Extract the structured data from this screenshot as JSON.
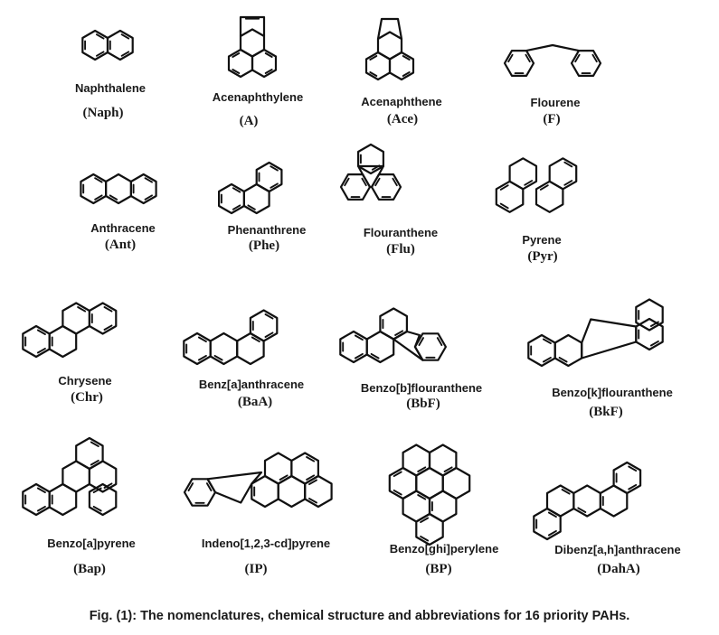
{
  "figure": {
    "caption": "Fig. (1): The nomenclatures, chemical structure and abbreviations for 16 priority PAHs."
  },
  "compounds": [
    {
      "key": "naph",
      "name": "Naphthalene",
      "abbr": "(Naph)",
      "structure-icon": "naphthalene-structure-icon"
    },
    {
      "key": "acy",
      "name": "Acenaphthylene",
      "abbr": "(A)",
      "structure-icon": "acenaphthylene-structure-icon"
    },
    {
      "key": "ace",
      "name": "Acenaphthene",
      "abbr": "(Ace)",
      "structure-icon": "acenaphthene-structure-icon"
    },
    {
      "key": "flu",
      "name": "Flourene",
      "abbr": "(F)",
      "structure-icon": "fluorene-structure-icon"
    },
    {
      "key": "ant",
      "name": "Anthracene",
      "abbr": "(Ant)",
      "structure-icon": "anthracene-structure-icon"
    },
    {
      "key": "phe",
      "name": "Phenanthrene",
      "abbr": "(Phe)",
      "structure-icon": "phenanthrene-structure-icon"
    },
    {
      "key": "fla",
      "name": "Flouranthene",
      "abbr": "(Flu)",
      "structure-icon": "fluoranthene-structure-icon"
    },
    {
      "key": "pyr",
      "name": "Pyrene",
      "abbr": "(Pyr)",
      "structure-icon": "pyrene-structure-icon"
    },
    {
      "key": "chr",
      "name": "Chrysene",
      "abbr": "(Chr)",
      "structure-icon": "chrysene-structure-icon"
    },
    {
      "key": "baa",
      "name": "Benz[a]anthracene",
      "abbr": "(BaA)",
      "structure-icon": "benz-a-anthracene-structure-icon"
    },
    {
      "key": "bbf",
      "name": "Benzo[b]flouranthene",
      "abbr": "(BbF)",
      "structure-icon": "benzo-b-fluoranthene-structure-icon"
    },
    {
      "key": "bkf",
      "name": "Benzo[k]flouranthene",
      "abbr": "(BkF)",
      "structure-icon": "benzo-k-fluoranthene-structure-icon"
    },
    {
      "key": "bap",
      "name": "Benzo[a]pyrene",
      "abbr": "(Bap)",
      "structure-icon": "benzo-a-pyrene-structure-icon"
    },
    {
      "key": "ip",
      "name": "Indeno[1,2,3-cd]pyrene",
      "abbr": "(IP)",
      "structure-icon": "indeno-pyrene-structure-icon"
    },
    {
      "key": "bp",
      "name": "Benzo[ghi]perylene",
      "abbr": "(BP)",
      "structure-icon": "benzo-ghi-perylene-structure-icon"
    },
    {
      "key": "daha",
      "name": "Dibenz[a,h]anthracene",
      "abbr": "(DahA)",
      "structure-icon": "dibenz-a-h-anthracene-structure-icon"
    }
  ]
}
